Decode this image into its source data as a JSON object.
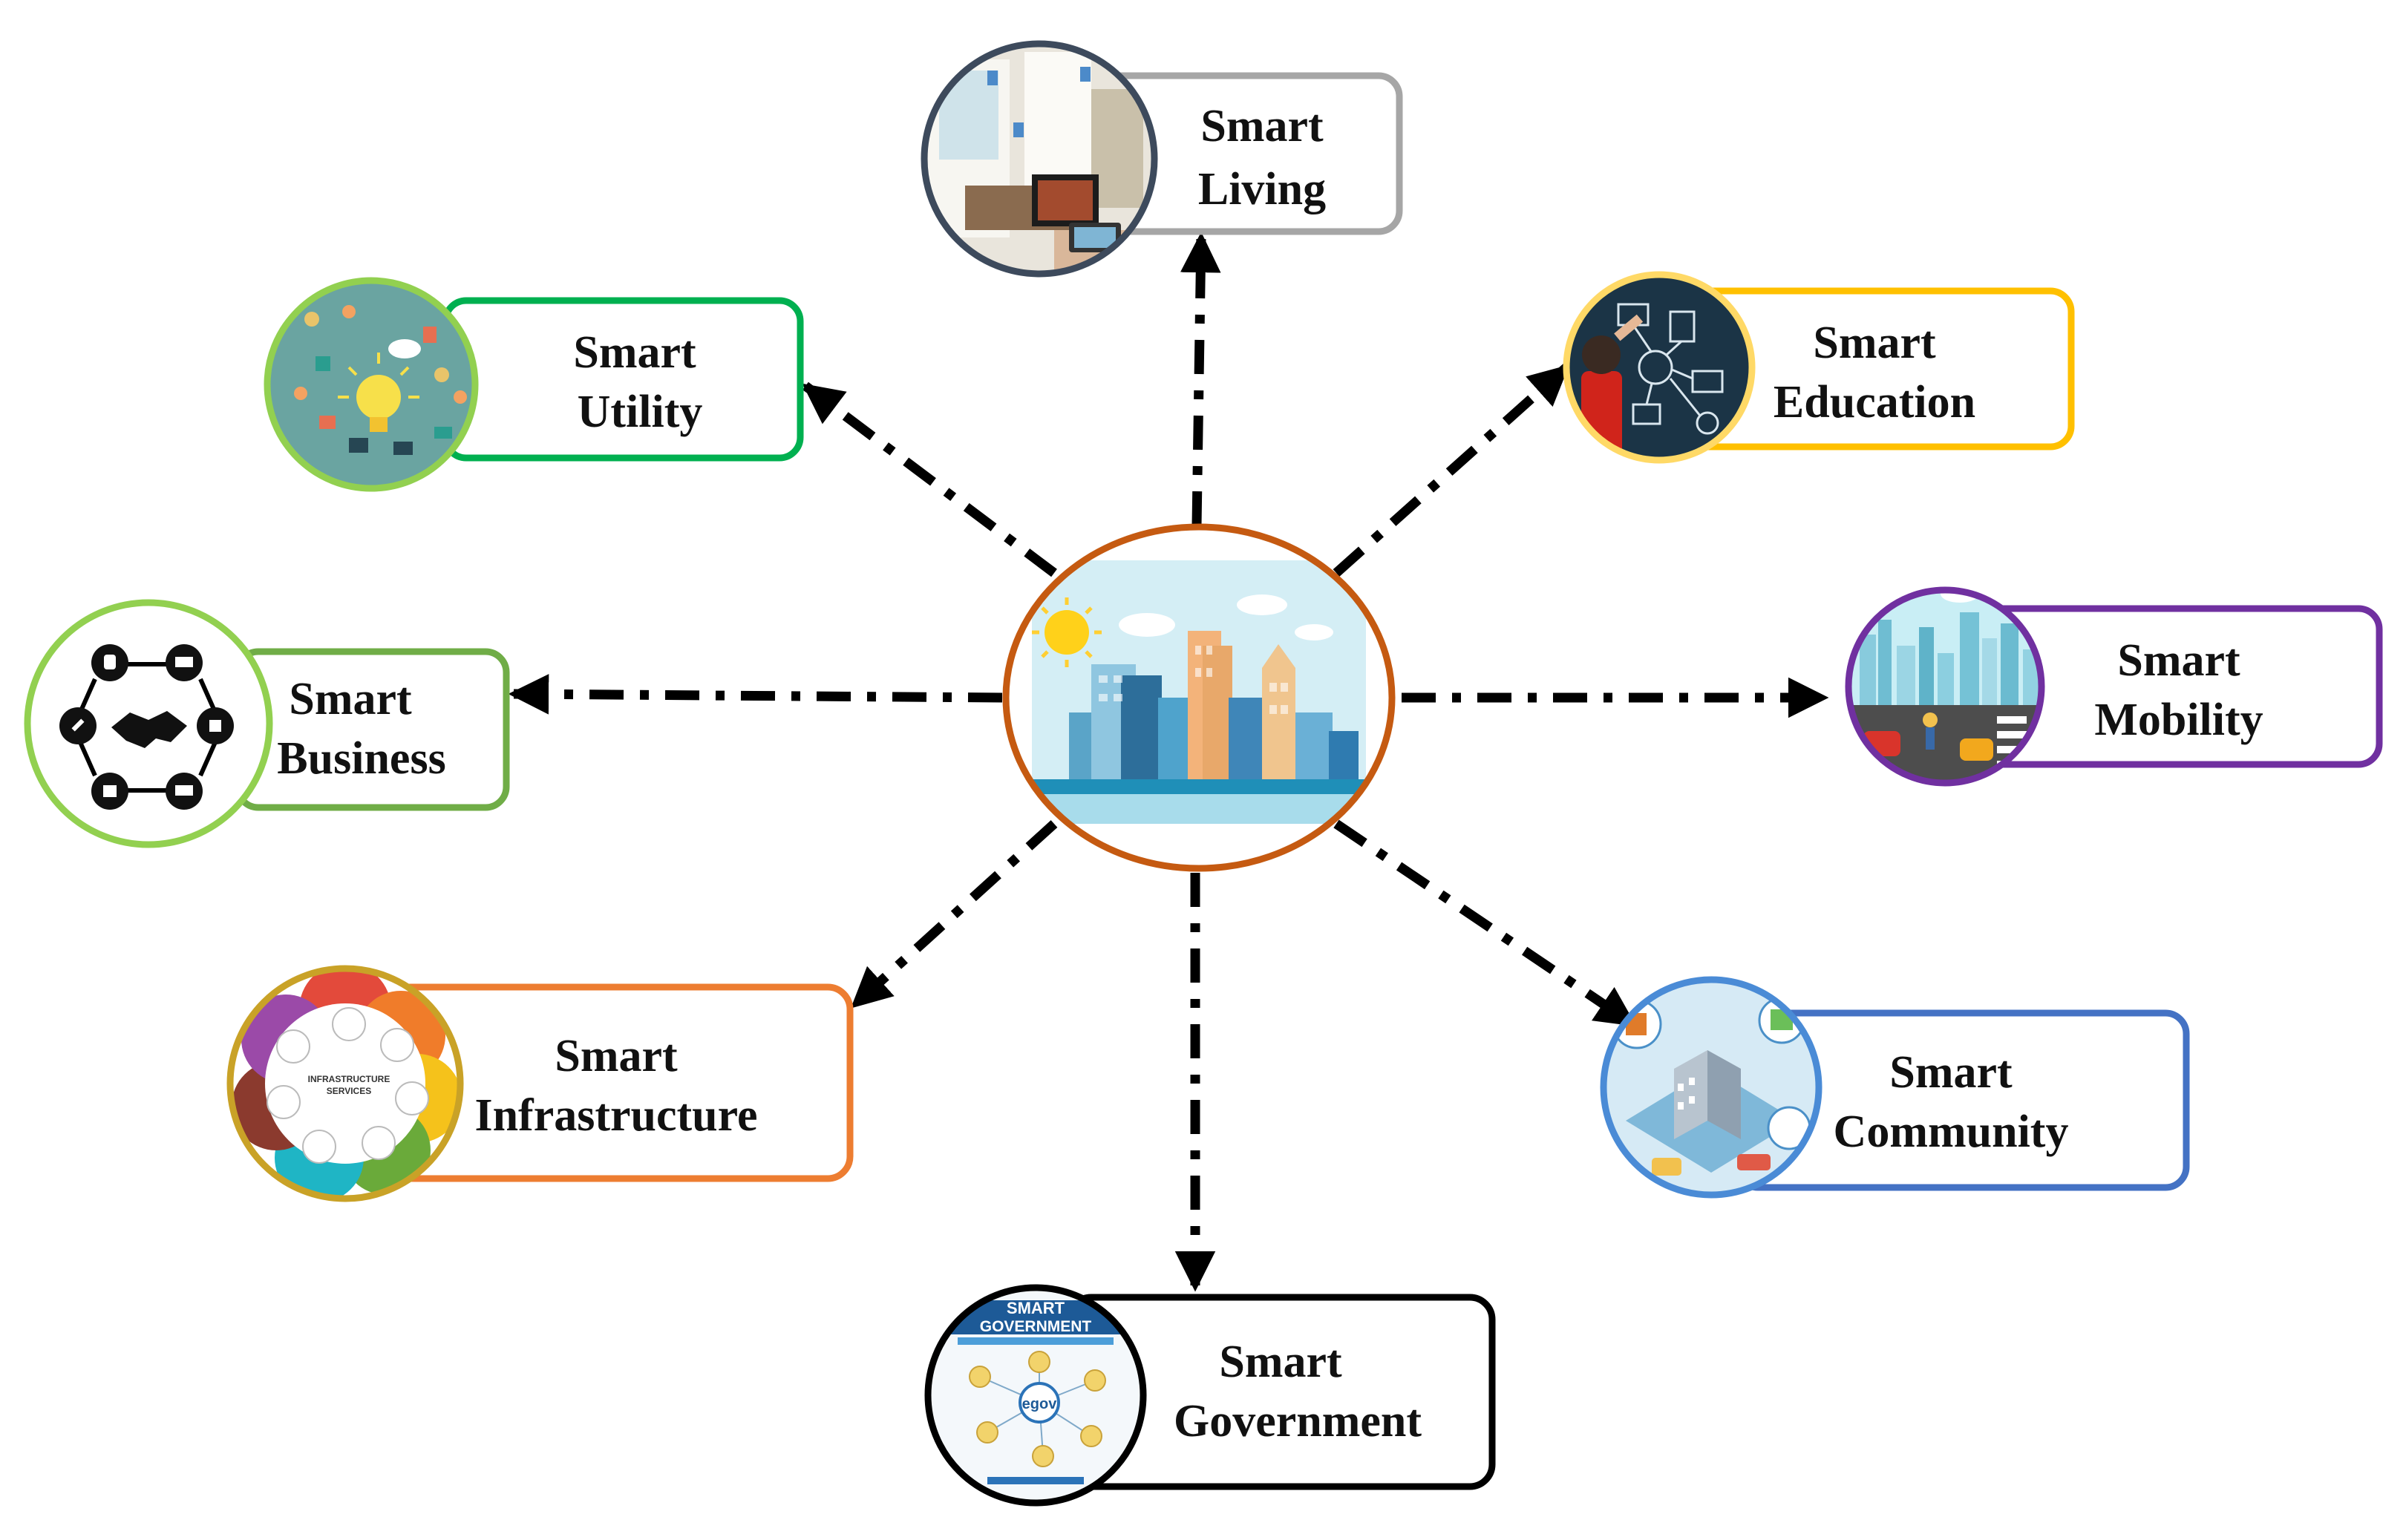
{
  "center": {
    "name": "city",
    "border_color": "#C55A11"
  },
  "nodes": [
    {
      "key": "living",
      "lines": [
        "Smart",
        "Living"
      ],
      "color": "#A6A6A6",
      "icon": "smart-home-photo-icon"
    },
    {
      "key": "education",
      "lines": [
        "Smart",
        "Education"
      ],
      "color": "#FFC000",
      "icon": "blackboard-student-icon"
    },
    {
      "key": "mobility",
      "lines": [
        "Smart",
        "Mobility"
      ],
      "color": "#7030A0",
      "icon": "city-traffic-icon"
    },
    {
      "key": "community",
      "lines": [
        "Smart",
        "Community"
      ],
      "color": "#4472C4",
      "icon": "isometric-community-icon"
    },
    {
      "key": "government",
      "lines": [
        "Smart",
        "Government"
      ],
      "color": "#000000",
      "icon": "e-government-poster-icon",
      "poster": {
        "title_1": "SMART",
        "title_2": "GOVERNMENT",
        "badge": "egov"
      }
    },
    {
      "key": "infrastructure",
      "lines": [
        "Smart",
        "Infrastructure"
      ],
      "color": "#ED7D31",
      "icon": "infrastructure-services-wheel-icon",
      "wheel_text": [
        "INFRASTRUCTURE",
        "SERVICES"
      ]
    },
    {
      "key": "business",
      "lines": [
        "Smart",
        "Business"
      ],
      "color": "#70AD47",
      "icon": "handshake-network-icon"
    },
    {
      "key": "utility",
      "lines": [
        "Smart",
        "Utility"
      ],
      "color": "#00B050",
      "icon": "lightbulb-utility-icon"
    }
  ]
}
